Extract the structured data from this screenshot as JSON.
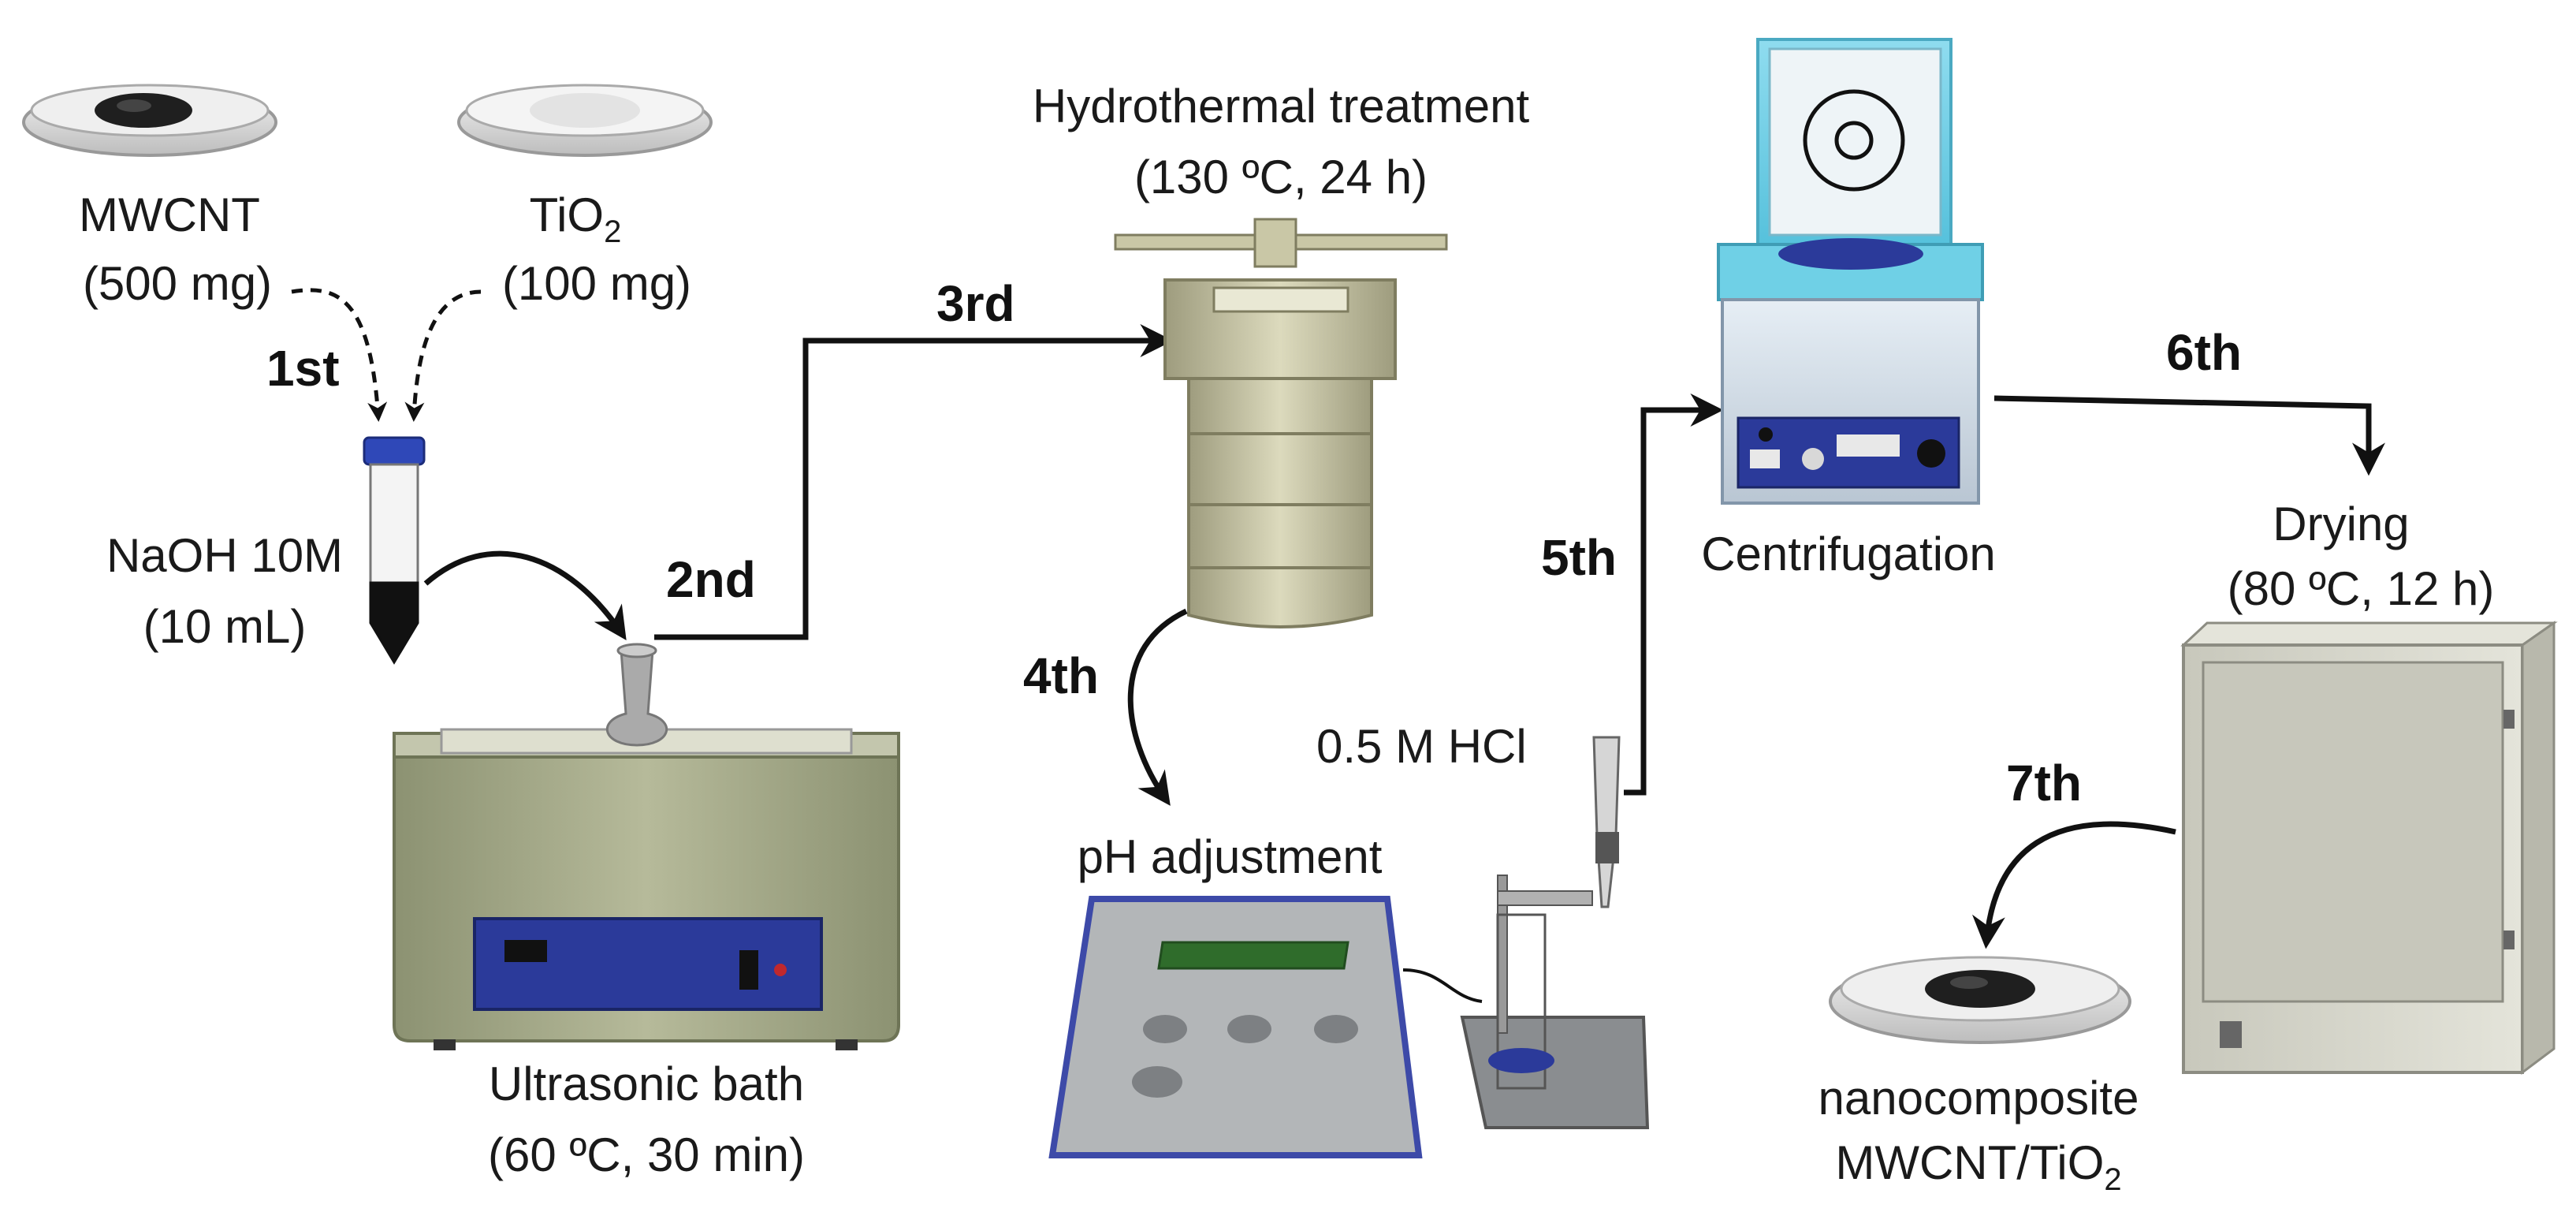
{
  "steps": {
    "s1": "1st",
    "s2": "2nd",
    "s3": "3rd",
    "s4": "4th",
    "s5": "5th",
    "s6": "6th",
    "s7": "7th"
  },
  "materials": {
    "mwcnt": {
      "name": "MWCNT",
      "amount": "(500 mg)"
    },
    "tio2": {
      "name_main": "TiO",
      "name_sub": "2",
      "amount": "(100 mg)"
    },
    "naoh": {
      "name": "NaOH 10M",
      "amount": "(10 mL)"
    },
    "hcl": "0.5 M HCl"
  },
  "stations": {
    "ultrasonic": {
      "name": "Ultrasonic bath",
      "conditions": "(60 ºC, 30 min)"
    },
    "hydrothermal": {
      "name": "Hydrothermal treatment",
      "conditions": "(130 ºC, 24 h)"
    },
    "ph": {
      "name": "pH adjustment"
    },
    "centrifuge": {
      "name": "Centrifugation"
    },
    "drying": {
      "name": "Drying",
      "conditions": "(80 ºC, 12 h)"
    },
    "product": {
      "line1": "nanocomposite",
      "line2_main": "MWCNT/TiO",
      "line2_sub": "2"
    }
  },
  "colors": {
    "bath_body": "#a8ad8c",
    "control_panel": "#2b3a9a",
    "autoclave": "#c9c7a6",
    "centrifuge_lid": "#6fd0e6",
    "oven": "#d3d3c8",
    "ph_meter": "#b3b6b8"
  }
}
